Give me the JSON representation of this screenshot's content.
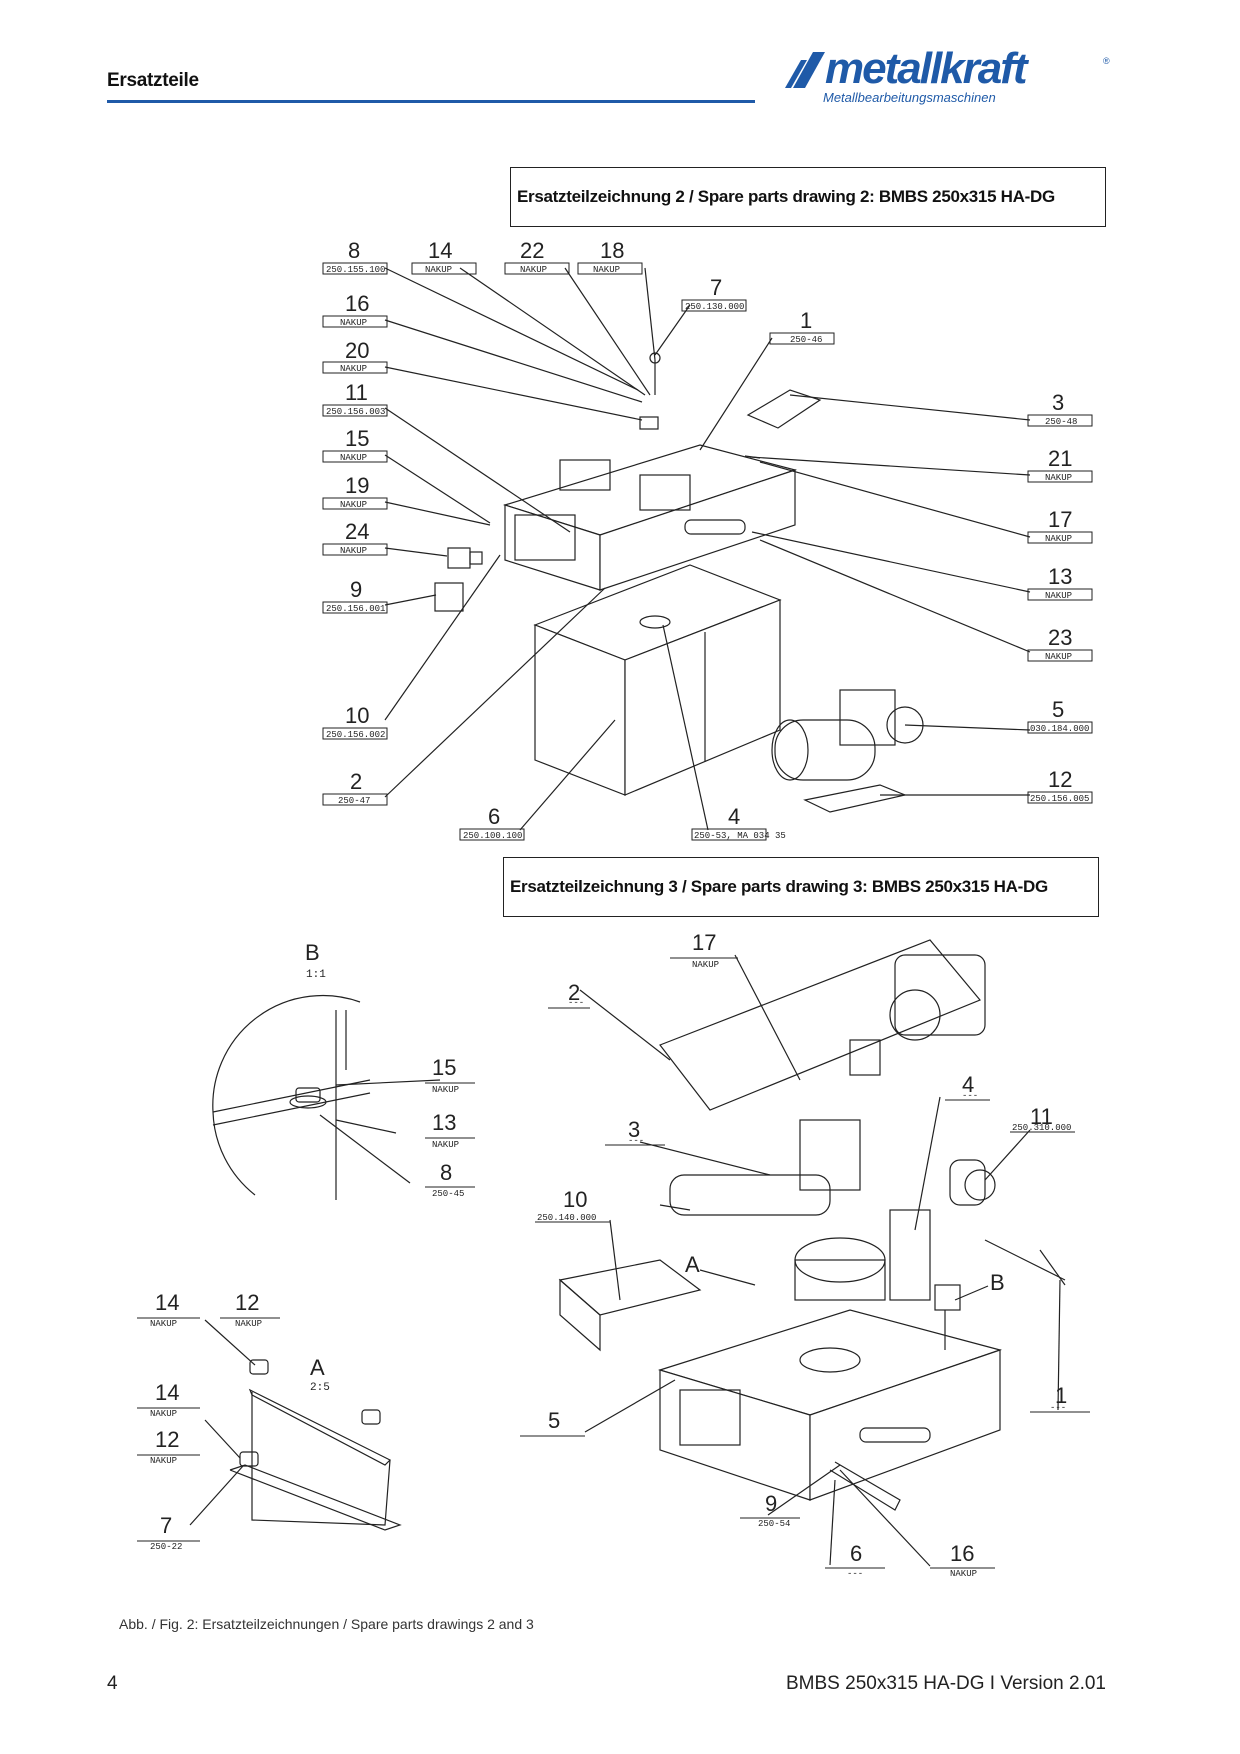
{
  "header": {
    "title": "Ersatzteile"
  },
  "logo": {
    "brand": "metallkraft",
    "tagline": "Metallbearbeitungsmaschinen",
    "registered": "®"
  },
  "drawing2": {
    "title": "Ersatzteilzeichnung 2 / Spare parts drawing 2: BMBS 250x315 HA-DG",
    "labels": [
      {
        "num": "8",
        "code": "250.155.100"
      },
      {
        "num": "14",
        "code": "NAKUP"
      },
      {
        "num": "22",
        "code": "NAKUP"
      },
      {
        "num": "18",
        "code": "NAKUP"
      },
      {
        "num": "7",
        "code": "250.130.000"
      },
      {
        "num": "16",
        "code": "NAKUP"
      },
      {
        "num": "1",
        "code": "250-46"
      },
      {
        "num": "20",
        "code": "NAKUP"
      },
      {
        "num": "11",
        "code": "250.156.003"
      },
      {
        "num": "3",
        "code": "250-48"
      },
      {
        "num": "15",
        "code": "NAKUP"
      },
      {
        "num": "21",
        "code": "NAKUP"
      },
      {
        "num": "19",
        "code": "NAKUP"
      },
      {
        "num": "17",
        "code": "NAKUP"
      },
      {
        "num": "24",
        "code": "NAKUP"
      },
      {
        "num": "13",
        "code": "NAKUP"
      },
      {
        "num": "9",
        "code": "250.156.001"
      },
      {
        "num": "23",
        "code": "NAKUP"
      },
      {
        "num": "10",
        "code": "250.156.002"
      },
      {
        "num": "5",
        "code": "030.184.000"
      },
      {
        "num": "12",
        "code": "250.156.005"
      },
      {
        "num": "2",
        "code": "250-47"
      },
      {
        "num": "6",
        "code": "250.100.100"
      },
      {
        "num": "4",
        "code": "250-53, MA 034 35"
      }
    ]
  },
  "drawing3": {
    "title": "Ersatzteilzeichnung 3 / Spare parts drawing 3: BMBS 250x315 HA-DG",
    "detail_b": {
      "letter": "B",
      "scale": "1:1"
    },
    "detail_a": {
      "letter": "A",
      "scale": "2:5"
    },
    "labels": [
      {
        "num": "15",
        "code": "NAKUP"
      },
      {
        "num": "13",
        "code": "NAKUP"
      },
      {
        "num": "8",
        "code": "250-45"
      },
      {
        "num": "14",
        "code": "NAKUP"
      },
      {
        "num": "12",
        "code": "NAKUP"
      },
      {
        "num": "14",
        "code": "NAKUP"
      },
      {
        "num": "12",
        "code": "NAKUP"
      },
      {
        "num": "7",
        "code": "250-22"
      },
      {
        "num": "17",
        "code": "NAKUP"
      },
      {
        "num": "2",
        "code": "---"
      },
      {
        "num": "3",
        "code": "---"
      },
      {
        "num": "4",
        "code": "---"
      },
      {
        "num": "11",
        "code": "250.310.000"
      },
      {
        "num": "10",
        "code": "250.140.000"
      },
      {
        "num": "A",
        "code": ""
      },
      {
        "num": "B",
        "code": ""
      },
      {
        "num": "1",
        "code": "---"
      },
      {
        "num": "5",
        "code": ""
      },
      {
        "num": "9",
        "code": "250-54"
      },
      {
        "num": "6",
        "code": "---"
      },
      {
        "num": "16",
        "code": "NAKUP"
      }
    ]
  },
  "caption": "Abb. / Fig. 2: Ersatzteilzeichnungen / Spare parts drawings 2 and 3",
  "footer": {
    "page": "4",
    "version": "BMBS 250x315 HA-DG I Version 2.01"
  },
  "colors": {
    "accent": "#1f5aa8"
  }
}
